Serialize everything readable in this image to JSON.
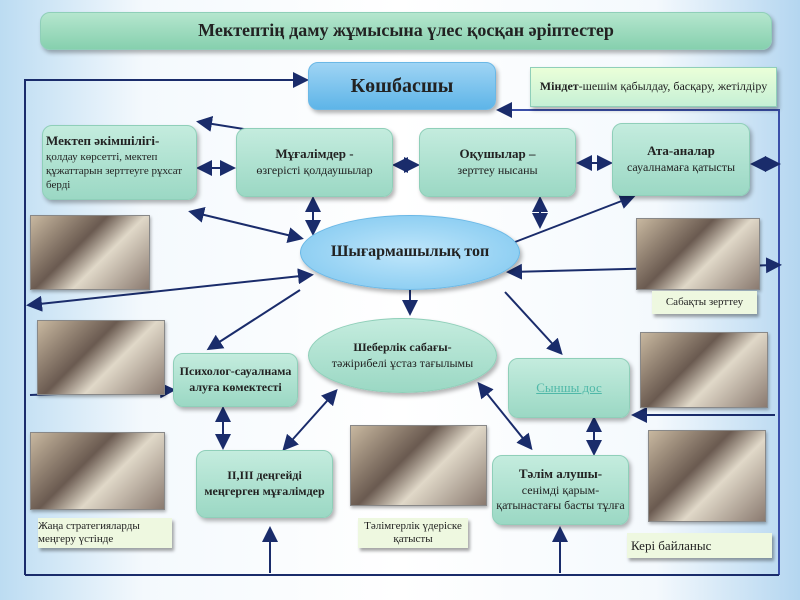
{
  "title": "Мектептің даму жұмысына үлес қосқан әріптестер",
  "leader": "Көшбасшы",
  "task": {
    "bold": "Міндет",
    "text": "-шешім қабылдау, басқару, жетілдіру"
  },
  "admin": {
    "bold": "Мектеп әкімшілігі-",
    "text": "қолдау көрсетті, мектеп құжаттарын зерттеуге рұхсат берді"
  },
  "teachers": {
    "bold": "Мұғалімдер -",
    "text": "өзгерісті қолдаушылар"
  },
  "students": {
    "bold": "Оқушылар –",
    "text": "зерттеу нысаны"
  },
  "parents": {
    "bold": "Ата-аналар",
    "text": "сауалнамаға қатысты"
  },
  "creative": "Шығармашылық топ",
  "lesson_study": "Сабақты зерттеу",
  "psych": "Психолог-сауалнама алуға көмектесті",
  "master": {
    "bold": "Шеберлік сабағы-",
    "text": "тәжірибелі ұстаз тағылымы"
  },
  "critic": "Сыншы дос",
  "levels": "ІІ,ІІІ деңгейді меңгерген мұғалімдер",
  "mentee": {
    "bold": "Тәлім алушы-",
    "text": "сенімді қарым-қатынастағы басты тұлға"
  },
  "new_strategies": "Жаңа стратегияларды меңгеру үстінде",
  "mentoring": "Тәлімгерлік үдеріске қатысты",
  "feedback": "Кері байланыс"
}
